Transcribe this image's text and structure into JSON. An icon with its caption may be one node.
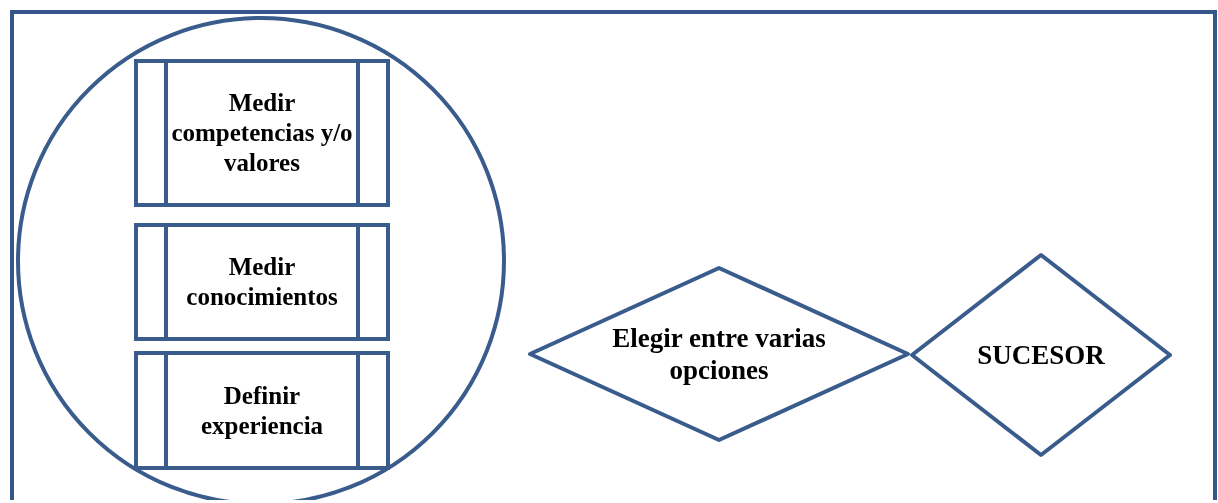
{
  "diagram": {
    "nodes": [
      {
        "text": [],
        "shape": "circle"
      },
      {
        "text": [
          "Medir competencias y/o valores"
        ],
        "in": 0
      },
      {
        "text": [
          "Medir conocimientos"
        ],
        "in": 0
      },
      {
        "text": [
          "Definir experiencia"
        ],
        "in": 0
      },
      {
        "text": [
          "Elegir entre varias opciones"
        ]
      },
      {
        "text": [
          "SUCESOR"
        ]
      }
    ]
  }
}
